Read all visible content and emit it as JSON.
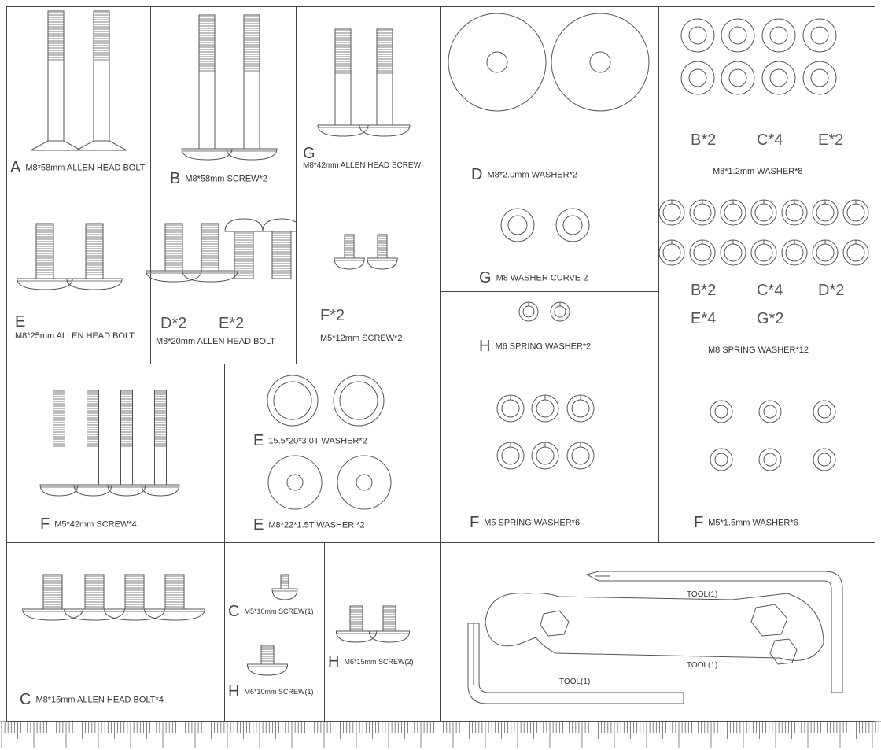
{
  "parts": {
    "a": {
      "letter": "A",
      "desc": "M8*58mm ALLEN HEAD BOLT"
    },
    "b": {
      "letter": "B",
      "desc": "M8*58mm SCREW*2"
    },
    "g_bolt": {
      "letter": "G",
      "desc": "M8*42mm ALLEN HEAD SCREW"
    },
    "d_washer": {
      "letter": "D",
      "desc": "M8*2.0mm WASHER*2"
    },
    "washer12": {
      "desc": "M8*1.2mm WASHER*8",
      "qty": [
        "B*2",
        "C*4",
        "E*2"
      ]
    },
    "e_bolt": {
      "letter": "E",
      "desc": "M8*25mm ALLEN HEAD BOLT"
    },
    "m8x20": {
      "desc": "M8*20mm ALLEN HEAD BOLT",
      "qty": [
        "D*2",
        "E*2"
      ]
    },
    "m5x12": {
      "desc": "M5*12mm SCREW*2",
      "qty": [
        "F*2"
      ]
    },
    "g_curve": {
      "letter": "G",
      "desc": "M8 WASHER CURVE 2"
    },
    "h_spring": {
      "letter": "H",
      "desc": "M6 SPRING WASHER*2"
    },
    "m8_spring": {
      "desc": "M8 SPRING WASHER*12",
      "qty": [
        "B*2",
        "C*4",
        "D*2",
        "E*4",
        "G*2"
      ]
    },
    "f_screw": {
      "letter": "F",
      "desc": "M5*42mm SCREW*4"
    },
    "e_155": {
      "letter": "E",
      "desc": "15.5*20*3.0T WASHER*2"
    },
    "e_m8x22": {
      "letter": "E",
      "desc": "M8*22*1.5T WASHER *2"
    },
    "f_m5spring": {
      "letter": "F",
      "desc": "M5 SPRING WASHER*6"
    },
    "f_m5washer": {
      "letter": "F",
      "desc": "M5*1.5mm WASHER*6"
    },
    "c_bolt": {
      "letter": "C",
      "desc": "M8*15mm ALLEN HEAD BOLT*4"
    },
    "c_m5x10": {
      "letter": "C",
      "desc": "M5*10mm SCREW(1)"
    },
    "h_m6x10": {
      "letter": "H",
      "desc": "M6*10mm SCREW(1)"
    },
    "h_m6x15": {
      "letter": "H",
      "desc": "M6*15mm SCREW(2)"
    }
  },
  "tools": [
    "TOOL(1)",
    "TOOL(1)",
    "TOOL(1)"
  ]
}
